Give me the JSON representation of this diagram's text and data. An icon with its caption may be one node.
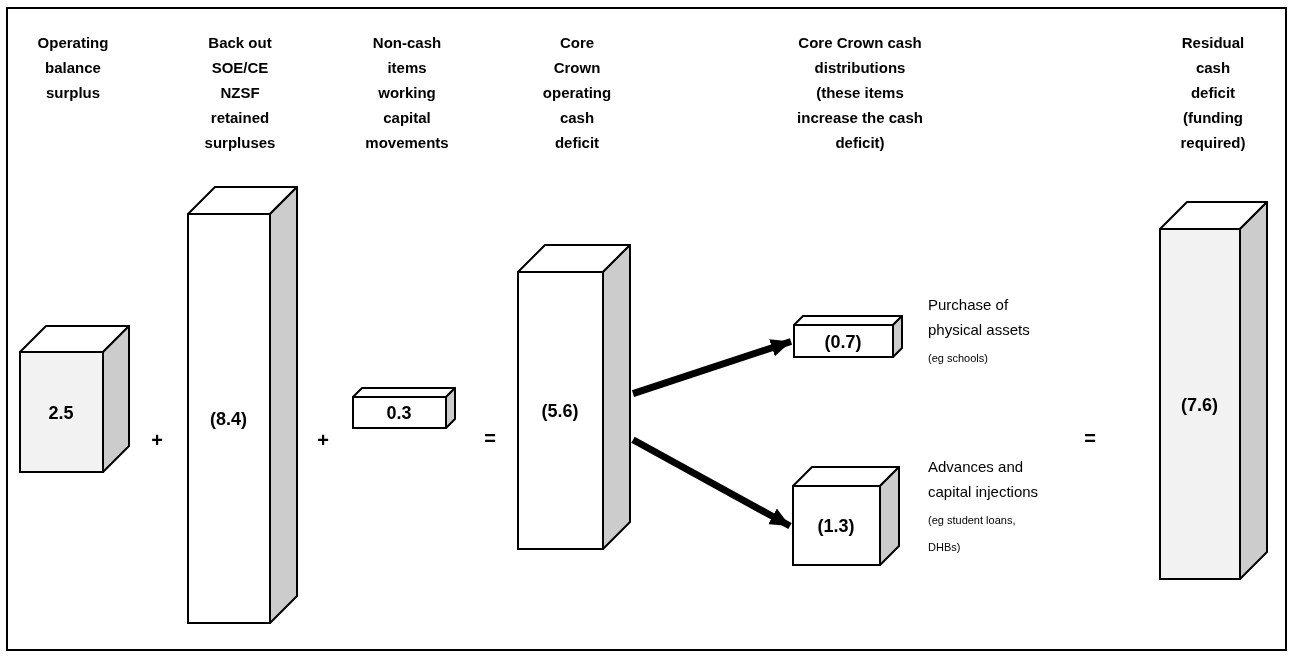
{
  "diagram": {
    "nodes": [
      {
        "text": [
          "2.5"
        ]
      },
      {
        "text": [
          "(8.4)"
        ]
      },
      {
        "text": [
          "0.3"
        ]
      },
      {
        "text": [
          "(5.6)"
        ]
      },
      {
        "text": [
          "(0.7)"
        ],
        "beside": [
          "Purchase of physical assets",
          "(eg schools)"
        ]
      },
      {
        "text": [
          "(1.3)"
        ],
        "beside": [
          "Advances and capital injections",
          "(eg student loans, DHBs)"
        ]
      },
      {
        "text": [
          "(7.6)"
        ]
      }
    ],
    "edges": [
      {
        "from": 3,
        "to": 4,
        "arrow": "to"
      },
      {
        "from": 3,
        "to": 5,
        "arrow": "to"
      }
    ],
    "labels": [
      "Operating balance surplus",
      "Back out SOE/CE NZSF retained surpluses",
      "Non-cash items working capital movements",
      "Core Crown operating cash deficit",
      "Core Crown cash distributions (these items increase the cash deficit)",
      "Residual cash deficit (funding required)",
      "+",
      "+",
      "=",
      "="
    ]
  }
}
